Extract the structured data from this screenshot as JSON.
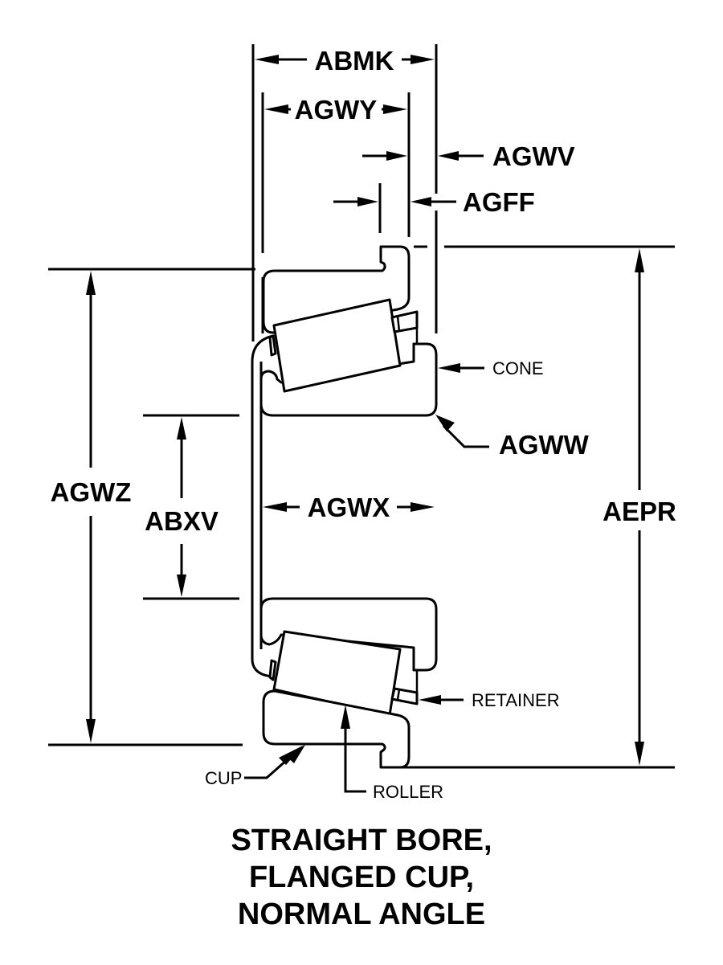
{
  "diagram": {
    "caption": [
      "STRAIGHT BORE,",
      "FLANGED CUP,",
      "NORMAL ANGLE"
    ],
    "dimensions": {
      "abmk": "ABMK",
      "agwy": "AGWY",
      "agwv": "AGWV",
      "agff": "AGFF",
      "agwz": "AGWZ",
      "abxv": "ABXV",
      "agwx": "AGWX",
      "agww": "AGWW",
      "aepr": "AEPR"
    },
    "parts": {
      "cone": "CONE",
      "retainer": "RETAINER",
      "cup": "CUP",
      "roller": "ROLLER"
    },
    "colors": {
      "line": "#000000",
      "background": "#ffffff"
    }
  }
}
